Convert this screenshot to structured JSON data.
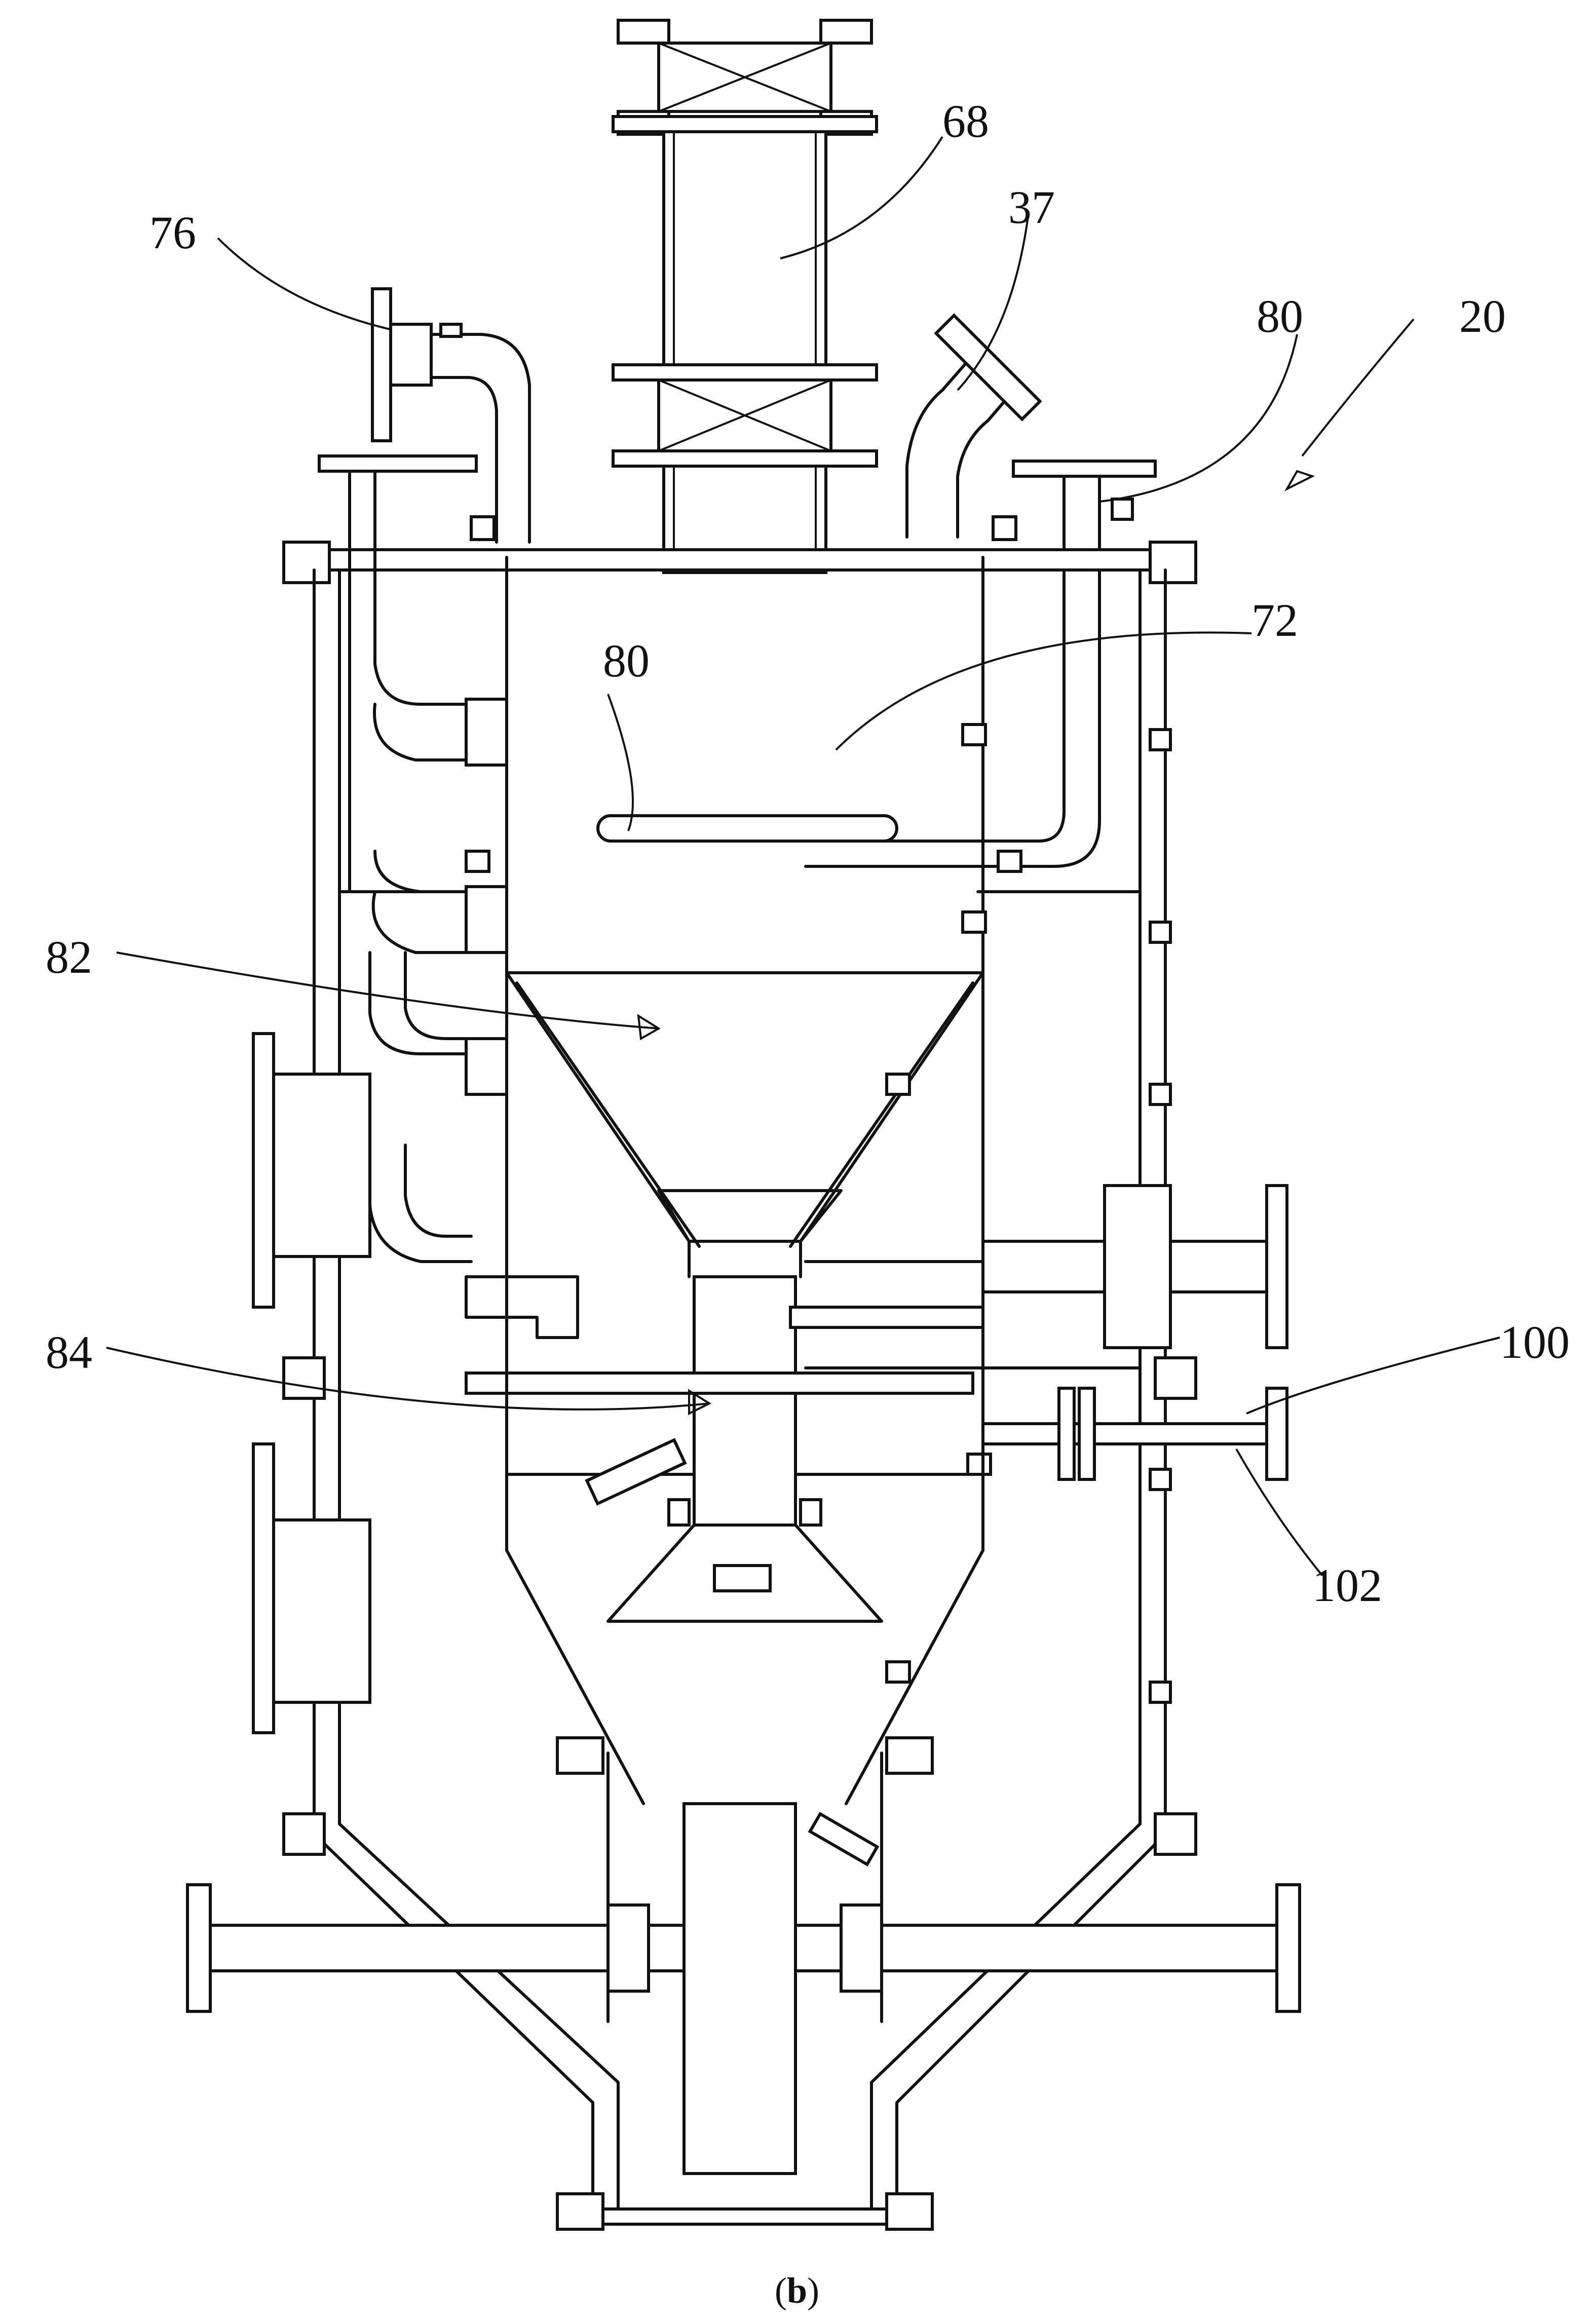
{
  "figure": {
    "caption": "(b)",
    "caption_letter": "b",
    "callouts": [
      "76",
      "68",
      "37",
      "80",
      "20",
      "80",
      "72",
      "82",
      "84",
      "100",
      "102"
    ]
  }
}
